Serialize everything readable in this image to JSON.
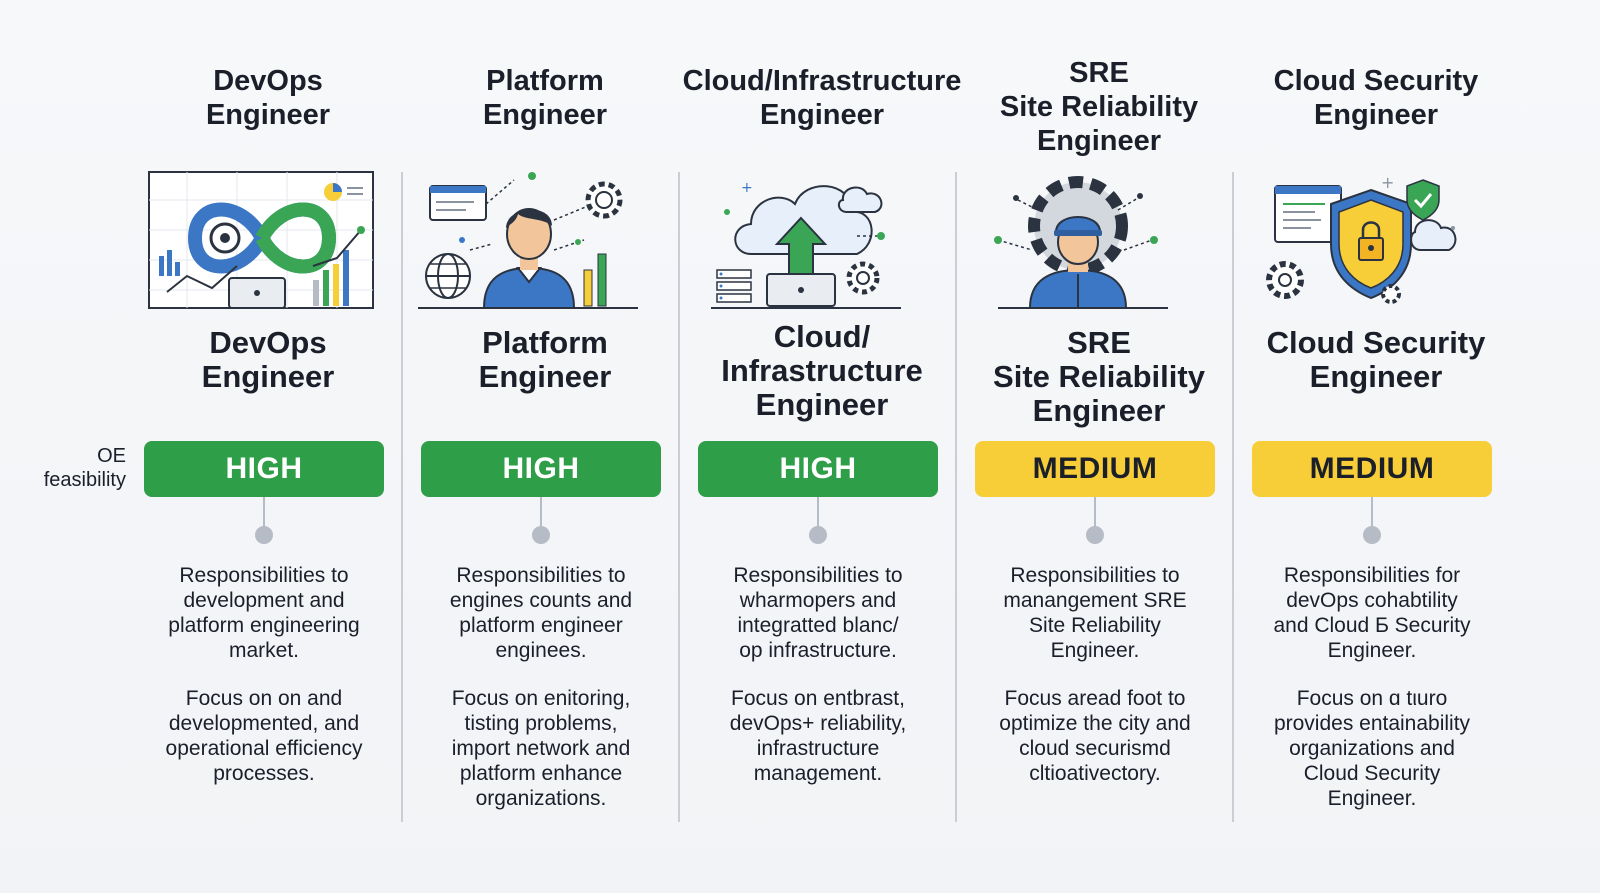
{
  "row_label": "OE\nfeasibility",
  "colors": {
    "high": "#2e9e48",
    "medium": "#f7cd38",
    "accent_blue": "#3b77c4",
    "accent_green": "#3aa655",
    "divider": "#c9cdd4"
  },
  "roles": [
    {
      "title_top": "DevOps\nEngineer",
      "title_mid": "DevOps\nEngineer",
      "icon": "devops-infinity-loop-icon",
      "feasibility": "HIGH",
      "responsibilities": "Responsibilities to\ndevelopment and\nplatform engineering\nmarket.",
      "focus": "Focus on on and\ndevelopmented, and\noperational efficiency\nprocesses."
    },
    {
      "title_top": "Platform\nEngineer",
      "title_mid": "Platform\nEngineer",
      "icon": "platform-engineer-person-icon",
      "feasibility": "HIGH",
      "responsibilities": "Responsibilities to\nengines counts and\nplatform engineer\nenginees.",
      "focus": "Focus on enitoring,\ntisting problems,\nimport network and\nplatform enhance\norganizations."
    },
    {
      "title_top": "Cloud/Infrastructure\nEngineer",
      "title_mid": "Cloud/\nInfrastructure\nEngineer",
      "icon": "cloud-upload-icon",
      "feasibility": "HIGH",
      "responsibilities": "Responsibilities to\nwharmopers and\nintegratted blanc/\nop infrastructure.",
      "focus": "Focus on entbrast,\ndevOps+ reliability,\ninfrastructure\nmanagement."
    },
    {
      "title_top": "SRE\nSite Reliability\nEngineer",
      "title_mid": "SRE\nSite Reliability\nEngineer",
      "icon": "sre-person-gear-icon",
      "feasibility": "MEDIUM",
      "responsibilities": "Responsibilities to\nmanangement SRE\nSite Reliability\nEngineer.",
      "focus": "Focus aread foot to\noptimize the city and\ncloud securismd\ncltioativectory."
    },
    {
      "title_top": "Cloud Security\nEngineer",
      "title_mid": "Cloud Security\nEngineer",
      "icon": "security-shield-lock-icon",
      "feasibility": "MEDIUM",
      "responsibilities": "Responsibilities for\ndevOps cohabtility\nand Cloud Ƃ Security\nEngineer.",
      "focus": "Focus on ɑ tιuro\nprovides entainability\norganizations and\nCloud Security\nEngineer."
    }
  ]
}
